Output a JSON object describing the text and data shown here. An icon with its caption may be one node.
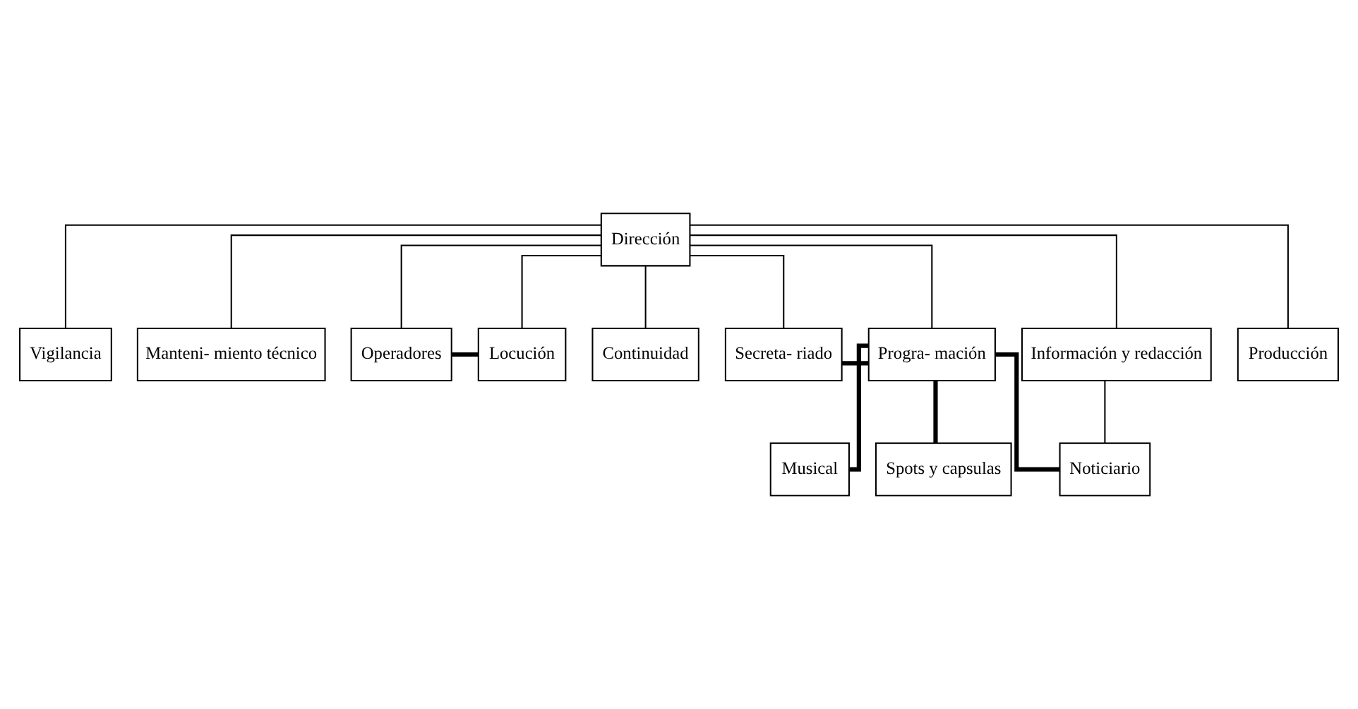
{
  "diagram": {
    "nodes": [
      {
        "text": [
          "Dirección"
        ]
      },
      {
        "text": [
          "Vigilancia"
        ]
      },
      {
        "text": [
          "Manteni- miento técnico"
        ]
      },
      {
        "text": [
          "Operadores"
        ]
      },
      {
        "text": [
          "Locución"
        ]
      },
      {
        "text": [
          "Continuidad"
        ]
      },
      {
        "text": [
          "Secreta- riado"
        ]
      },
      {
        "text": [
          "Progra- mación"
        ]
      },
      {
        "text": [
          "Información y redacción"
        ]
      },
      {
        "text": [
          "Producción"
        ]
      },
      {
        "text": [
          "Musical"
        ]
      },
      {
        "text": [
          "Noticiario"
        ]
      },
      {
        "text": [
          "Spots y capsulas"
        ]
      }
    ],
    "edges": [
      {
        "from": 0,
        "to": 1,
        "arrow": "none"
      },
      {
        "from": 0,
        "to": 2,
        "arrow": "none"
      },
      {
        "from": 0,
        "to": 3,
        "arrow": "none"
      },
      {
        "from": 0,
        "to": 4,
        "arrow": "none"
      },
      {
        "from": 0,
        "to": 5,
        "arrow": "none"
      },
      {
        "from": 0,
        "to": 6,
        "arrow": "none"
      },
      {
        "from": 0,
        "to": 7,
        "arrow": "none"
      },
      {
        "from": 0,
        "to": 8,
        "arrow": "none"
      },
      {
        "from": 0,
        "to": 9,
        "arrow": "none"
      },
      {
        "from": 3,
        "to": 4,
        "arrow": "none",
        "style": "thick"
      },
      {
        "from": 6,
        "to": 7,
        "arrow": "none",
        "style": "thick"
      },
      {
        "from": 7,
        "to": 10,
        "arrow": "none",
        "style": "thick"
      },
      {
        "from": 7,
        "to": 11,
        "arrow": "none",
        "style": "thick"
      },
      {
        "from": 7,
        "to": 12,
        "arrow": "none",
        "style": "thick"
      },
      {
        "from": 8,
        "to": 11,
        "arrow": "none"
      }
    ]
  }
}
